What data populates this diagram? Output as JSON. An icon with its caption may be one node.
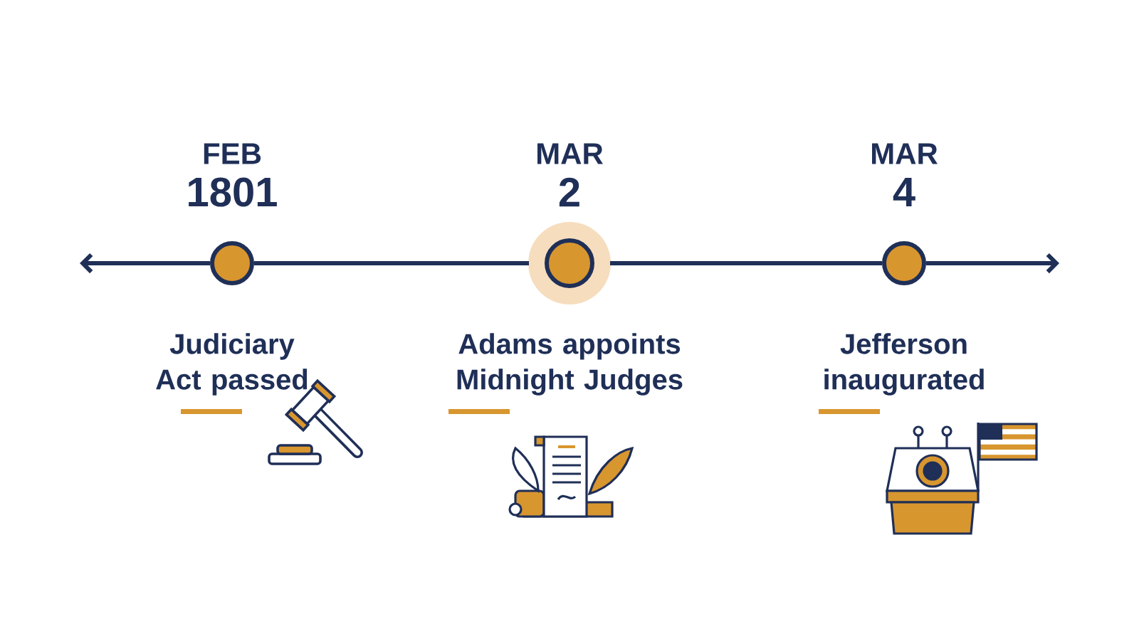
{
  "diagram": {
    "nodes": [
      {
        "text": [],
        "shape": "circle",
        "beside": [
          "FEB",
          "1801",
          "Judiciary Act passed"
        ]
      },
      {
        "text": [],
        "shape": "circle",
        "beside": [
          "MAR",
          "2",
          "Adams appoints Midnight Judges"
        ]
      },
      {
        "text": [],
        "shape": "circle",
        "beside": [
          "MAR",
          "4",
          "Jefferson inaugurated"
        ]
      }
    ],
    "edges": [
      {
        "from": 0,
        "to": null,
        "arrow": "to"
      },
      {
        "from": 0,
        "to": 1,
        "arrow": "none"
      },
      {
        "from": 1,
        "to": 2,
        "arrow": "none"
      },
      {
        "from": 2,
        "to": null,
        "arrow": "to"
      }
    ]
  }
}
